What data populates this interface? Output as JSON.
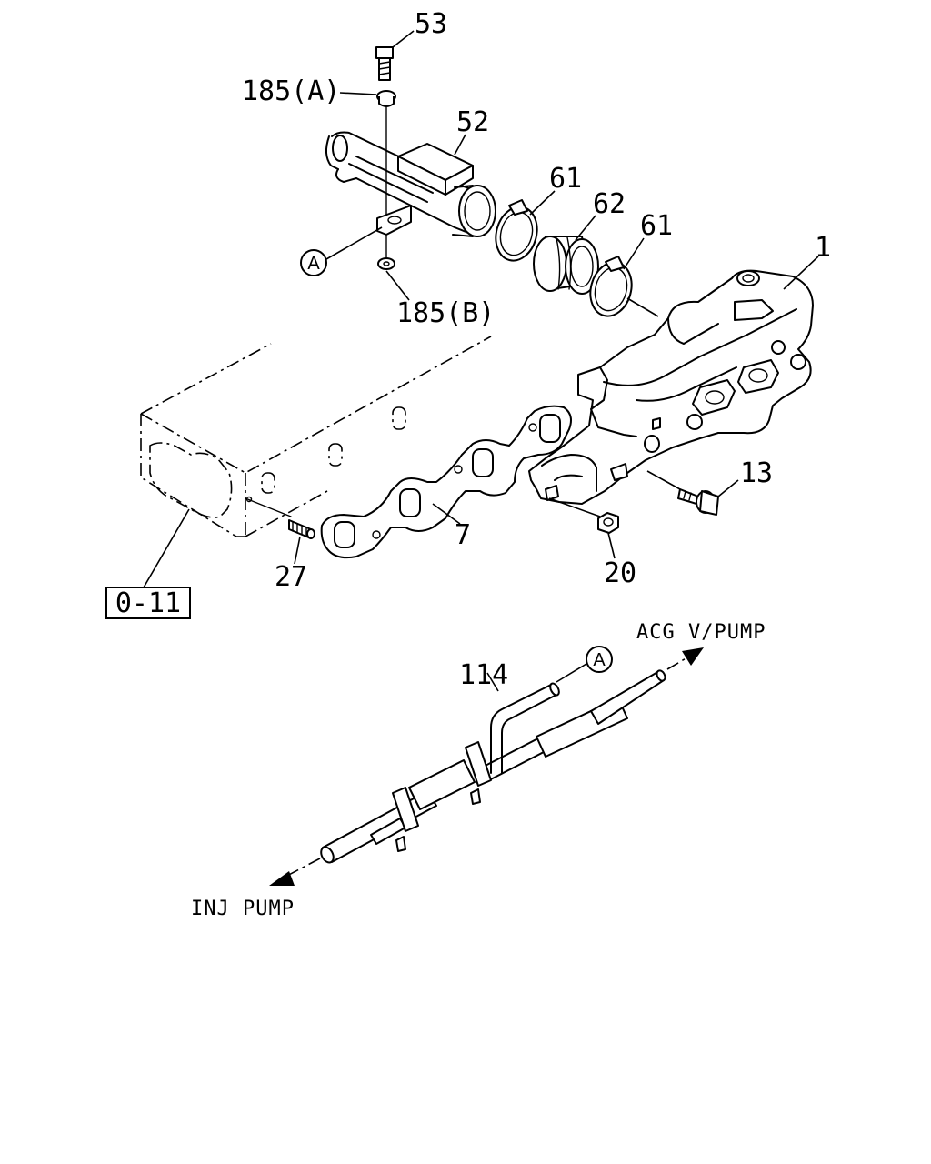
{
  "callouts": {
    "p53": "53",
    "p185a": "185(A)",
    "p52": "52",
    "p61a": "61",
    "p62": "62",
    "p61b": "61",
    "p1": "1",
    "p185b": "185(B)",
    "p13": "13",
    "p20": "20",
    "p7": "7",
    "p27": "27",
    "p114": "114",
    "ref": "0-11"
  },
  "markers": {
    "a1": "A",
    "a2": "A"
  },
  "directions": {
    "acg": "ACG V/PUMP",
    "inj": "INJ PUMP"
  }
}
